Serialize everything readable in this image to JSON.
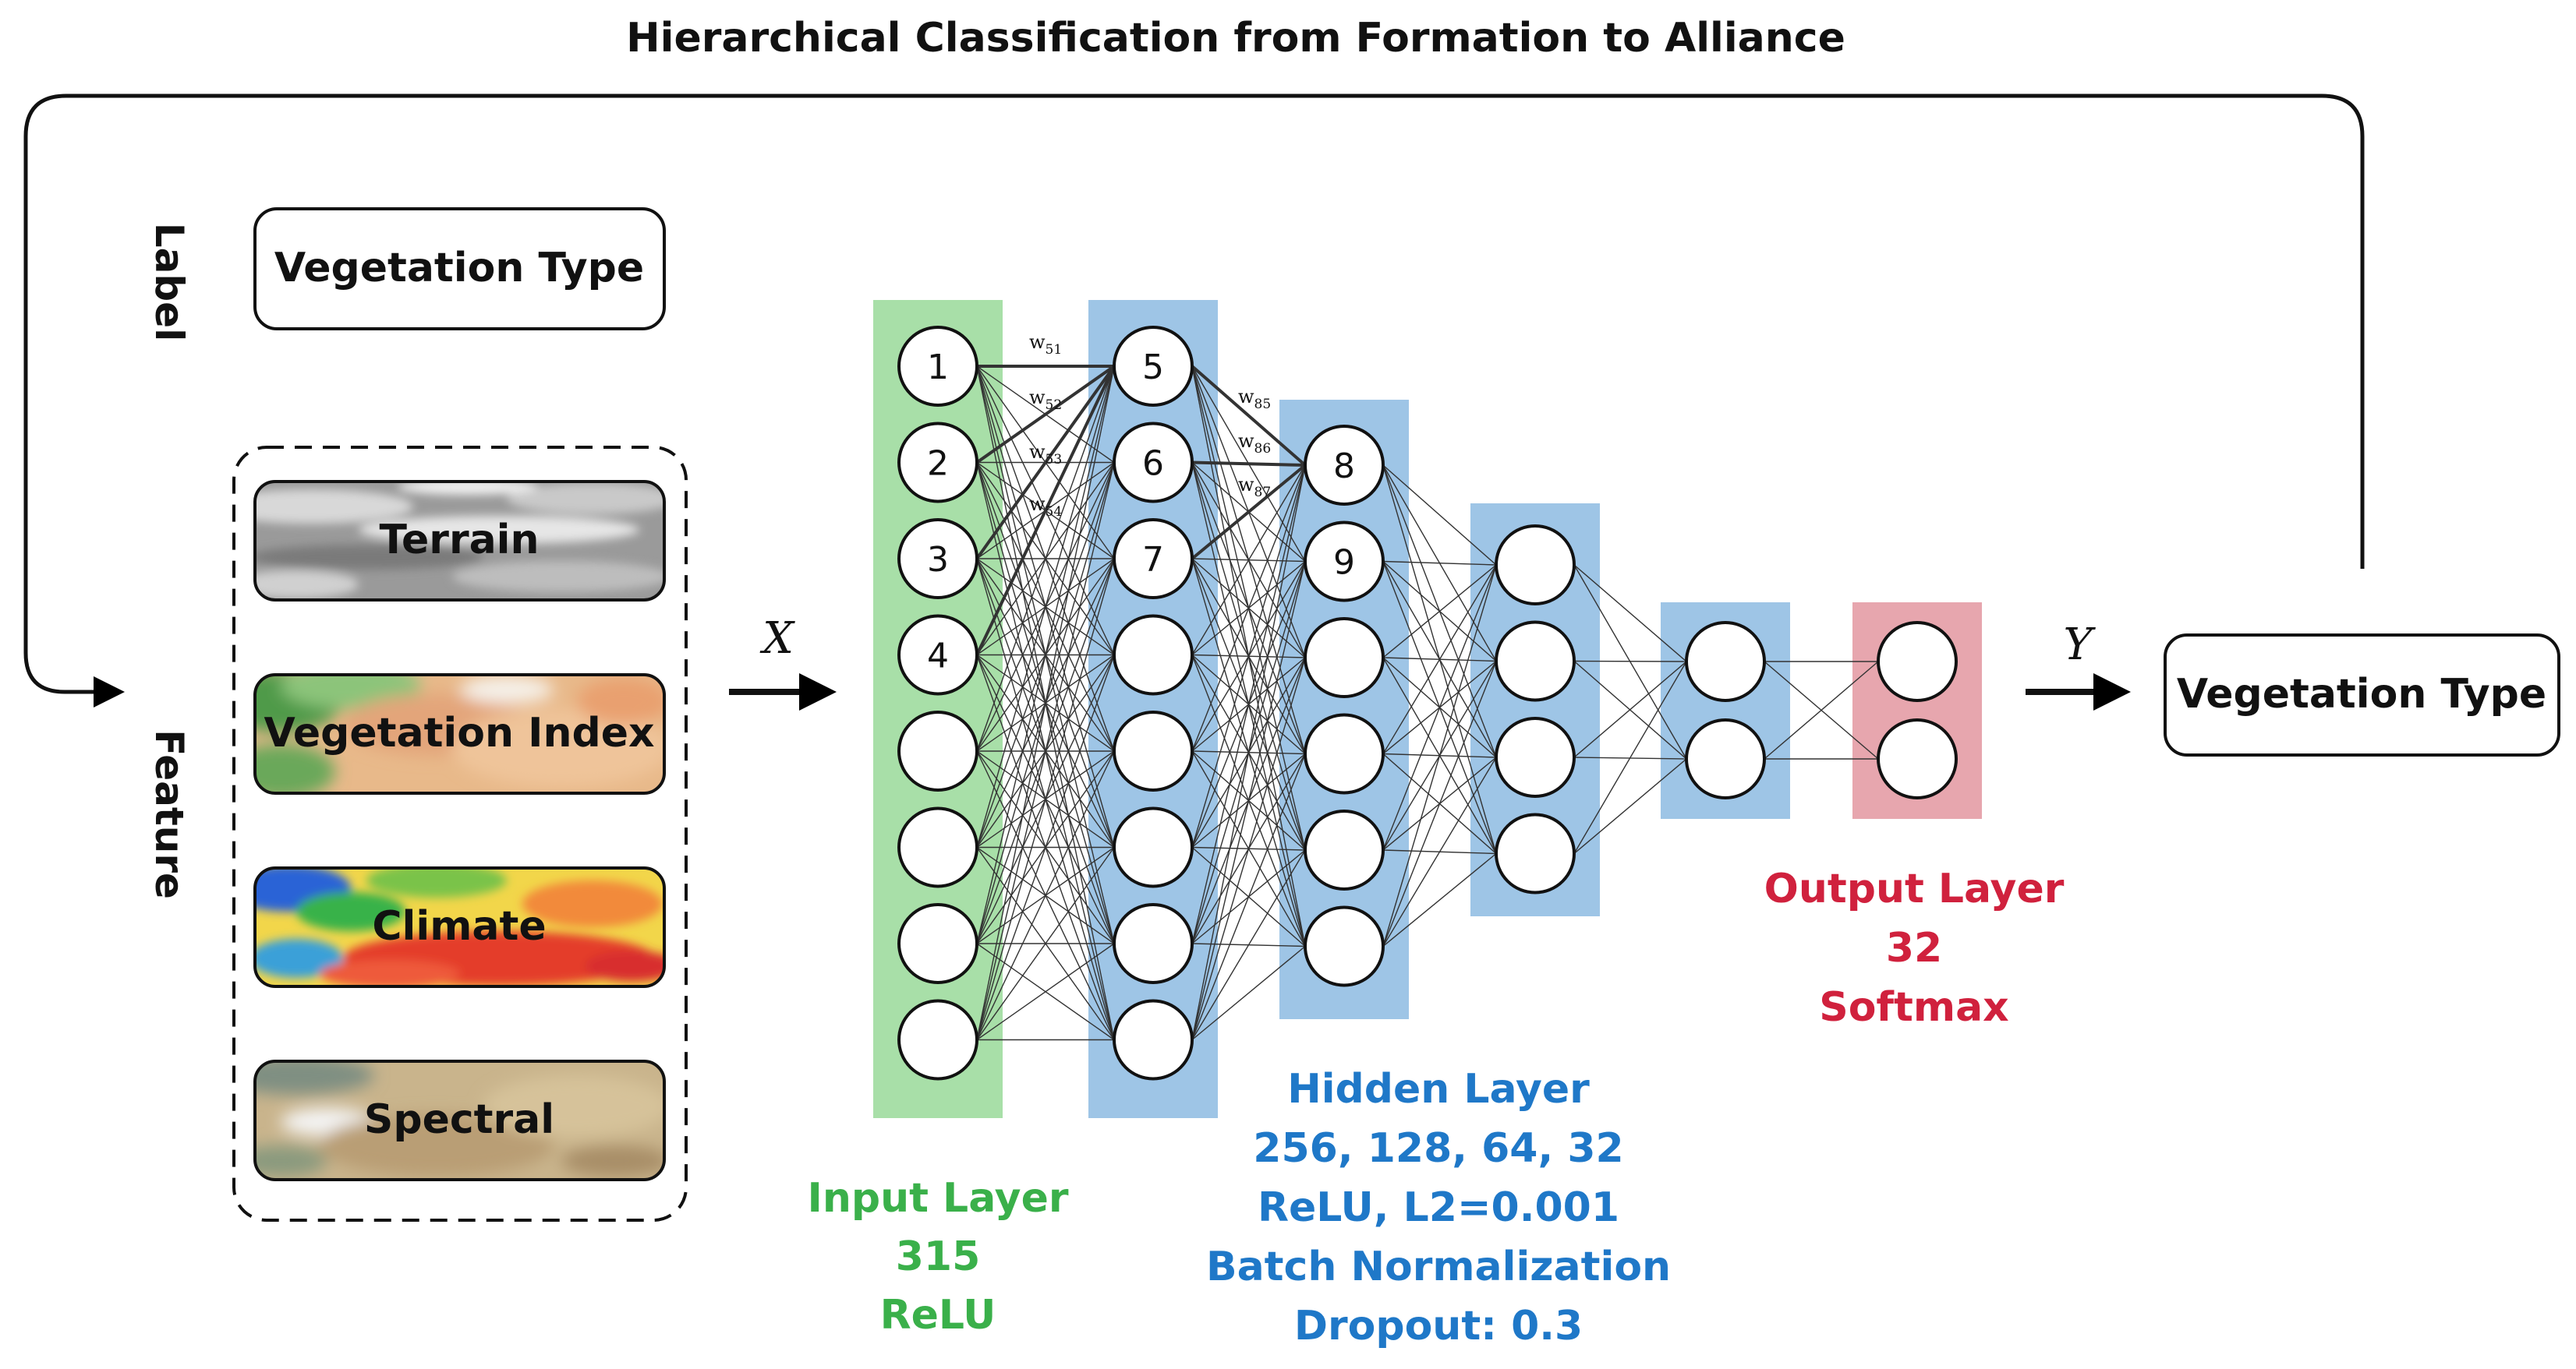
{
  "title": "Hierarchical Classification from Formation to Alliance",
  "label_section": {
    "side_label": "Label",
    "box_text": "Vegetation Type"
  },
  "feature_section": {
    "side_label": "Feature",
    "features": [
      {
        "name": "Terrain",
        "style": "grayscale-relief"
      },
      {
        "name": "Vegetation Index",
        "style": "green-orange-map"
      },
      {
        "name": "Climate",
        "style": "blue-yellow-red-map"
      },
      {
        "name": "Spectral",
        "style": "true-color-satellite"
      }
    ]
  },
  "flow": {
    "input_symbol": "X",
    "output_symbol": "Y"
  },
  "network": {
    "input_nodes": [
      "1",
      "2",
      "3",
      "4",
      "",
      "",
      "",
      ""
    ],
    "hidden1_nodes": [
      "5",
      "6",
      "7",
      "",
      "",
      "",
      "",
      ""
    ],
    "hidden2_nodes": [
      "8",
      "9",
      "",
      "",
      "",
      ""
    ],
    "hidden3_nodes": [
      "",
      "",
      "",
      ""
    ],
    "hidden4_nodes": [
      "",
      ""
    ],
    "output_nodes": [
      "",
      ""
    ],
    "weights_1_to_5": [
      "w",
      "w",
      "w",
      "w"
    ],
    "weights_1_to_5_subs": [
      "51",
      "52",
      "53",
      "54"
    ],
    "weights_to_8": [
      "w",
      "w",
      "w"
    ],
    "weights_to_8_subs": [
      "85",
      "86",
      "87"
    ]
  },
  "input_layer": {
    "title": "Input Layer",
    "size": "315",
    "activation": "ReLU"
  },
  "hidden_layer": {
    "title": "Hidden Layer",
    "sizes": "256, 128, 64, 32",
    "activation": "ReLU, L2=0.001",
    "norm": "Batch Normalization",
    "dropout": "Dropout: 0.3"
  },
  "output_layer": {
    "title": "Output Layer",
    "size": "32",
    "activation": "Softmax"
  },
  "output_box": {
    "text": "Vegetation Type"
  },
  "colors": {
    "input_band": "#a8dfa8",
    "hidden_band": "#9ec5e6",
    "output_band": "#e7a6ae",
    "input_text": "#3ab04a",
    "hidden_text": "#1f78c8",
    "output_text": "#d0213d"
  }
}
